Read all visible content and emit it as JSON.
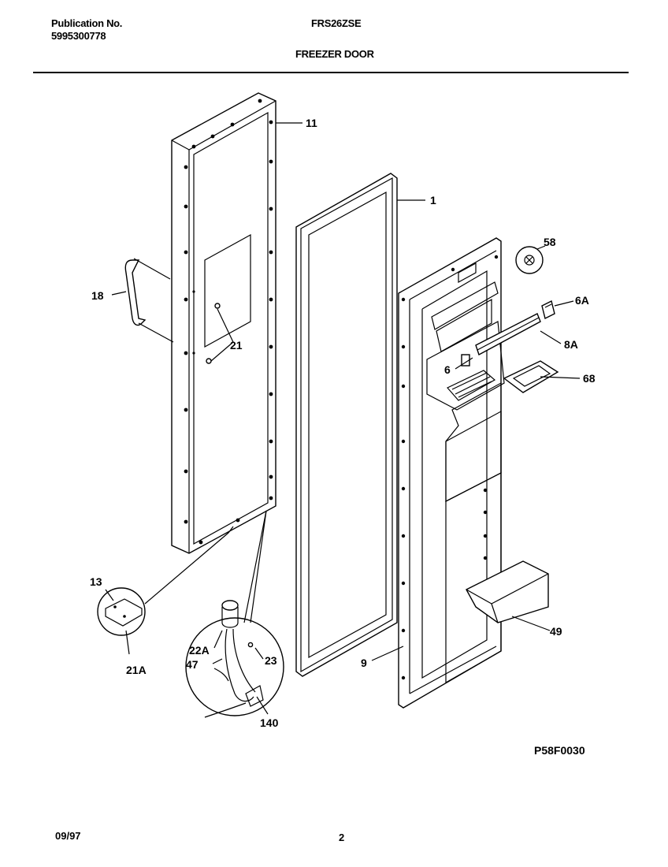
{
  "header": {
    "publication_label": "Publication No.",
    "publication_number": "5995300778",
    "model": "FRS26ZSE",
    "section_title": "FREEZER DOOR"
  },
  "callouts": {
    "c11": "11",
    "c1": "1",
    "c58": "58",
    "c6A": "6A",
    "c8A": "8A",
    "c6": "6",
    "c68": "68",
    "c18": "18",
    "c21": "21",
    "c13": "13",
    "c21A": "21A",
    "c22A": "22A",
    "c47": "47",
    "c23": "23",
    "c140": "140",
    "c49": "49",
    "c9": "9"
  },
  "diagram_code": "P58F0030",
  "footer": {
    "date": "09/97",
    "page": "2"
  }
}
